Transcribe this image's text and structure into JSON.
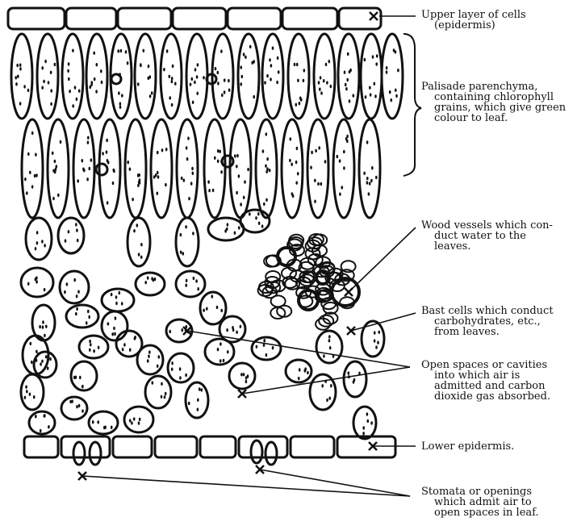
{
  "labels": {
    "upper": [
      "Upper layer of cells",
      "(epidermis)"
    ],
    "palisade": [
      "Palisade parenchyma,",
      "containing chlorophyll",
      "grains, which give green",
      "colour to leaf."
    ],
    "wood": [
      "Wood vessels which con-",
      "duct water to the",
      "leaves."
    ],
    "bast": [
      "Bast cells which conduct",
      "carbohydrates, etc.,",
      "from leaves."
    ],
    "open": [
      "Open spaces or cavities",
      "into which air is",
      "admitted and carbon",
      "dioxide gas absorbed."
    ],
    "lower": [
      "Lower epidermis."
    ],
    "stomata": [
      "Stomata or openings",
      "which admit air to",
      "open spaces in leaf."
    ]
  }
}
